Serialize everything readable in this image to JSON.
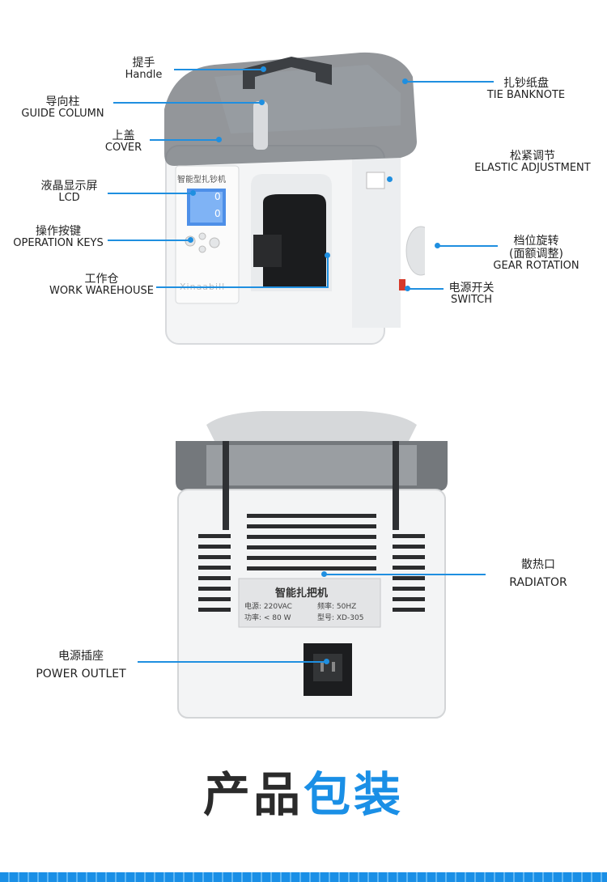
{
  "top_callouts": [
    {
      "zh": "提手",
      "en": "Handle"
    },
    {
      "zh": "导向柱",
      "en": "GUIDE COLUMN"
    },
    {
      "zh": "上盖",
      "en": "COVER"
    },
    {
      "zh": "液晶显示屏",
      "en": "LCD"
    },
    {
      "zh": "操作按键",
      "en": "OPERATION KEYS"
    },
    {
      "zh": "工作仓",
      "en": "WORK WAREHOUSE"
    },
    {
      "zh": "扎钞纸盘",
      "en": "TIE BANKNOTE"
    },
    {
      "zh": "松紧调节",
      "en": "ELASTIC ADJUSTMENT"
    },
    {
      "zh": "档位旋转",
      "zh2": "(面额调整)",
      "en": "GEAR ROTATION"
    },
    {
      "zh": "电源开关",
      "en": "SWITCH"
    }
  ],
  "machine_front": {
    "panel_title": "智能型扎钞机",
    "brand": "Xinaabill",
    "lcd_top_value": "0",
    "lcd_bottom_value": "0"
  },
  "bottom_callouts": [
    {
      "zh": "散热口",
      "en": "RADIATOR"
    },
    {
      "zh": "电源插座",
      "en": "POWER OUTLET"
    }
  ],
  "rear_label": {
    "title": "智能扎把机",
    "power": "电源: 220VAC",
    "frequency": "频率: 50HZ",
    "wattage": "功率: < 80 W",
    "model": "型号: XD-305"
  },
  "heading": {
    "part1": "产品",
    "part2": "包装"
  },
  "colors": {
    "accent": "#1a8fe6",
    "callout": "#1f8fe0"
  }
}
